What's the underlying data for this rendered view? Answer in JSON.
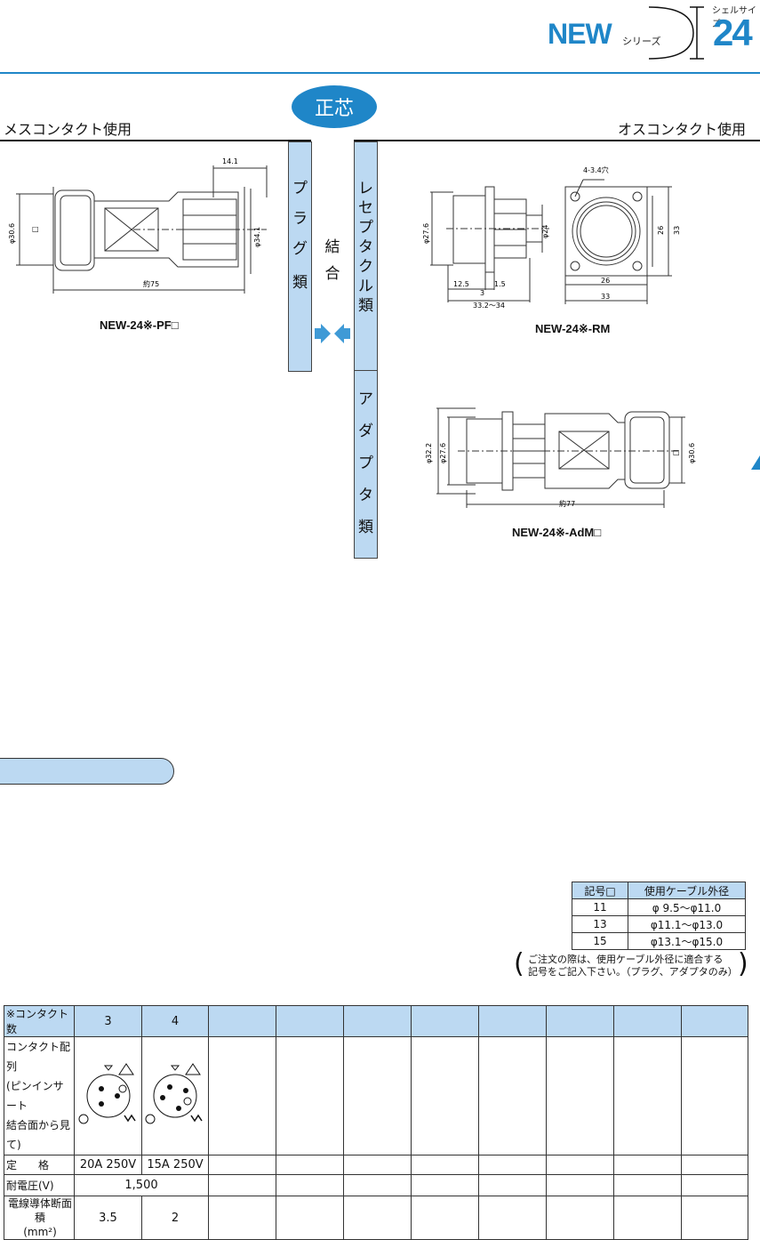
{
  "header": {
    "series_name": "NEW",
    "series_suffix": "シリーズ",
    "shell_size_label": "シェルサイズ",
    "shell_size": "24"
  },
  "badge": "正芯",
  "sections": {
    "left": "メスコンタクト使用",
    "right": "オスコンタクト使用"
  },
  "vertical_labels": {
    "plug": [
      "プ",
      "ラ",
      "グ",
      "類"
    ],
    "mating": [
      "結",
      "合"
    ],
    "receptacle": [
      "レ",
      "セ",
      "プ",
      "タ",
      "ク",
      "ル",
      "類"
    ],
    "adapter": [
      "ア",
      "ダ",
      "プ",
      "タ",
      "類"
    ]
  },
  "drawings": {
    "plug": {
      "model": "NEW-24※-PF□",
      "dims": {
        "top": "14.1",
        "dia_left": "φ30.6",
        "dia_right": "φ34.1",
        "length": "約75",
        "square": "□"
      }
    },
    "receptacle": {
      "model": "NEW-24※-RM",
      "dims": {
        "holes": "4-3.4穴",
        "dia_left": "φ27.6",
        "dia_right": "φ24",
        "d1": "12.5",
        "d2": "3",
        "d3": "1.5",
        "d4": "33.2～34",
        "w1": "26",
        "w2": "33",
        "h1": "26",
        "h2": "33"
      }
    },
    "adapter": {
      "model": "NEW-24※-AdM□",
      "dims": {
        "dia1": "φ32.2",
        "dia2": "φ27.6",
        "dia3": "φ30.6",
        "length": "約77",
        "square": "□"
      }
    }
  },
  "cable_table": {
    "headers": [
      "記号□",
      "使用ケーブル外径"
    ],
    "rows": [
      [
        "11",
        "φ  9.5～φ11.0"
      ],
      [
        "13",
        "φ11.1～φ13.0"
      ],
      [
        "15",
        "φ13.1～φ15.0"
      ]
    ]
  },
  "note": {
    "line1": "ご注文の際は、使用ケーブル外径に適合する",
    "line2": "記号をご記入下さい。（プラグ、アダプタのみ）"
  },
  "spec_table": {
    "row_labels": {
      "contacts": "※コンタクト数",
      "layout": [
        "コンタクト配列",
        "(ピンインサート",
        "結合面から見て)"
      ],
      "rating": "定　　格",
      "voltage": "耐電圧(V)",
      "wire": "電線導体断面積",
      "wire_unit": "(mm²)"
    },
    "columns": [
      {
        "contacts": "3",
        "rating": "20A 250V",
        "wire": "3.5"
      },
      {
        "contacts": "4",
        "rating": "15A 250V",
        "wire": "2"
      }
    ],
    "voltage": "1,500"
  }
}
